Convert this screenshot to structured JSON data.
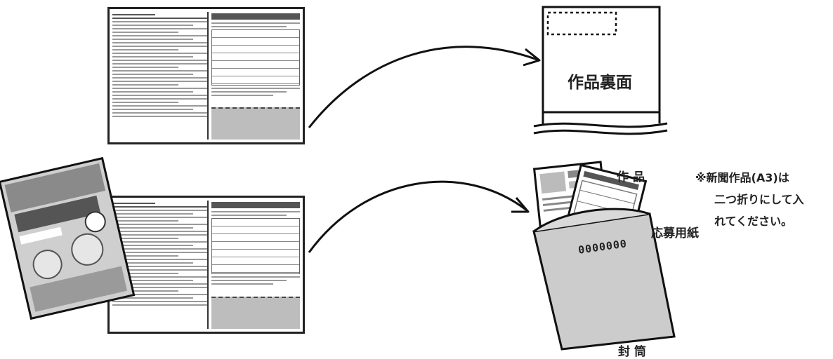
{
  "labels": {
    "sakuhin_urame": "作品裏面",
    "sakuhin": "作 品",
    "oubo_youshi": "応募用紙",
    "futou": "封 筒",
    "note_line1": "※新聞作品(A3)は",
    "note_line2": "二つ折りにして入",
    "note_line3": "れてください。",
    "postal_code": "0000000"
  },
  "icons": [
    "arrow-curve-icon",
    "document-spread-icon",
    "poster-icon",
    "envelope-icon"
  ]
}
